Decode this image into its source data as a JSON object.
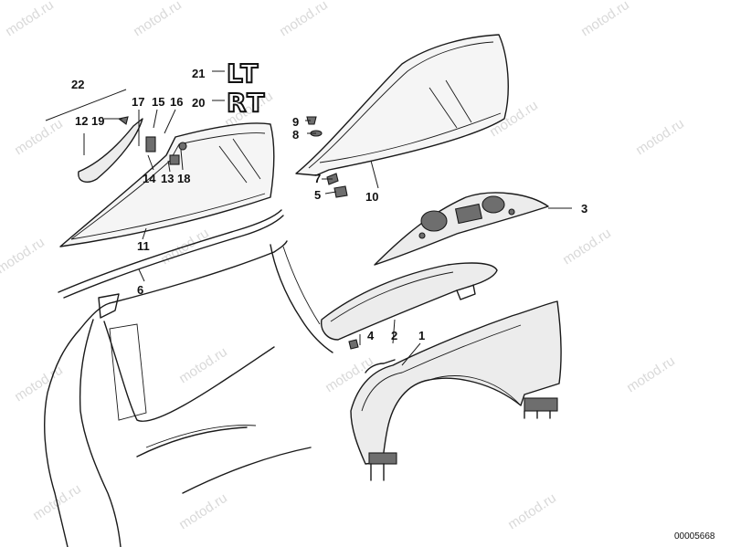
{
  "watermark": "motod.ru",
  "catalog_number": "00005668",
  "badges": {
    "lt": "LT",
    "rt": "RT"
  },
  "callouts": {
    "c1": "1",
    "c2": "2",
    "c3": "3",
    "c4": "4",
    "c5": "5",
    "c6": "6",
    "c7": "7",
    "c8": "8",
    "c9": "9",
    "c10": "10",
    "c11": "11",
    "c12": "12",
    "c13": "13",
    "c14": "14",
    "c15": "15",
    "c16": "16",
    "c17": "17",
    "c18": "18",
    "c19": "19",
    "c20": "20",
    "c21": "21",
    "c22": "22"
  }
}
